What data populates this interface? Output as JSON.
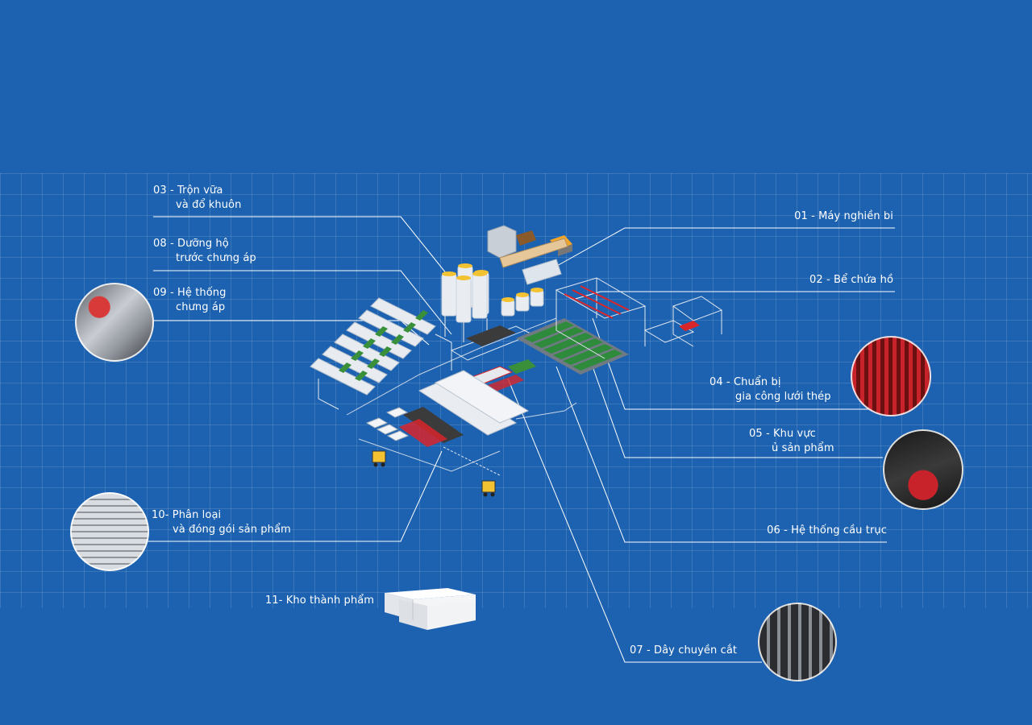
{
  "labels": {
    "l01": "01 - Máy nghiền bi",
    "l02": "02 - Bể chứa hồ",
    "l03": [
      "03 - Trộn vữa",
      "và đổ khuôn"
    ],
    "l04": [
      "04 - Chuẩn bị",
      "gia công lưới thép"
    ],
    "l05": [
      "05 - Khu vực",
      "ủ sản phẩm"
    ],
    "l06": "06 - Hệ thống cầu trục",
    "l07": "07 - Dây chuyền cắt",
    "l08": [
      "08 - Dưỡng hộ",
      "trước chưng áp"
    ],
    "l09": [
      "09 - Hệ thống",
      "chưng áp"
    ],
    "l10": [
      "10- Phân loại",
      "và đóng gói sản phẩm"
    ],
    "l11": "11- Kho thành phẩm"
  },
  "colors": {
    "background": "#1d62b0",
    "grid": "#ffffff",
    "line": "#ffffff",
    "accent_green": "#3a8f3a",
    "accent_red": "#d8262b",
    "accent_yellow": "#f2c232"
  }
}
